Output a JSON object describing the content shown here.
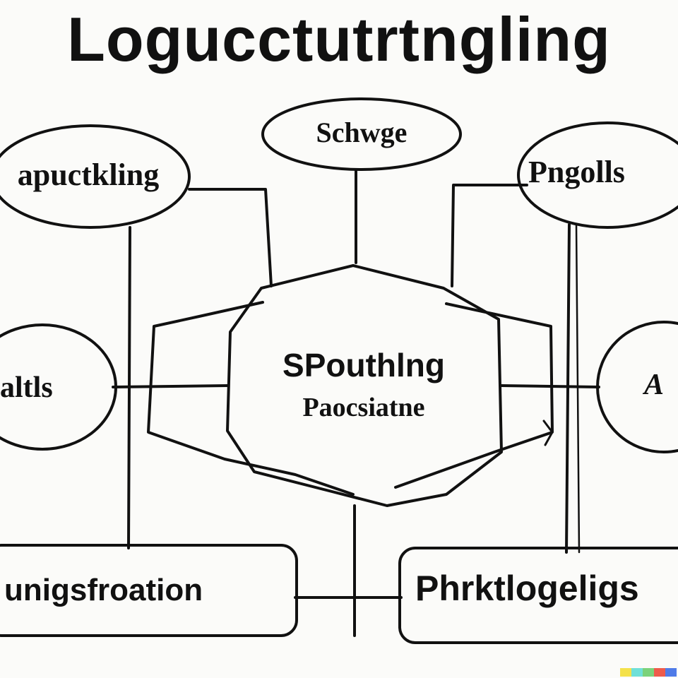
{
  "diagram": {
    "title": "Logucctutrtngling",
    "nodes": {
      "top": "Schwge",
      "upper_left": "apuctkling",
      "upper_right": "Pngolls",
      "mid_left": "altls",
      "mid_right": "A",
      "center_line1": "SPouthlng",
      "center_line2": "Paocsiatne",
      "bottom_left": "unigsfroation",
      "bottom_right": "Phrktlogeligs"
    }
  },
  "colors": {
    "ink": "#111111",
    "paper": "#fbfbf9",
    "brand_strip": [
      "#f4e14a",
      "#6fe0d8",
      "#7bd27a",
      "#ee5b4b",
      "#4f7be8"
    ]
  }
}
